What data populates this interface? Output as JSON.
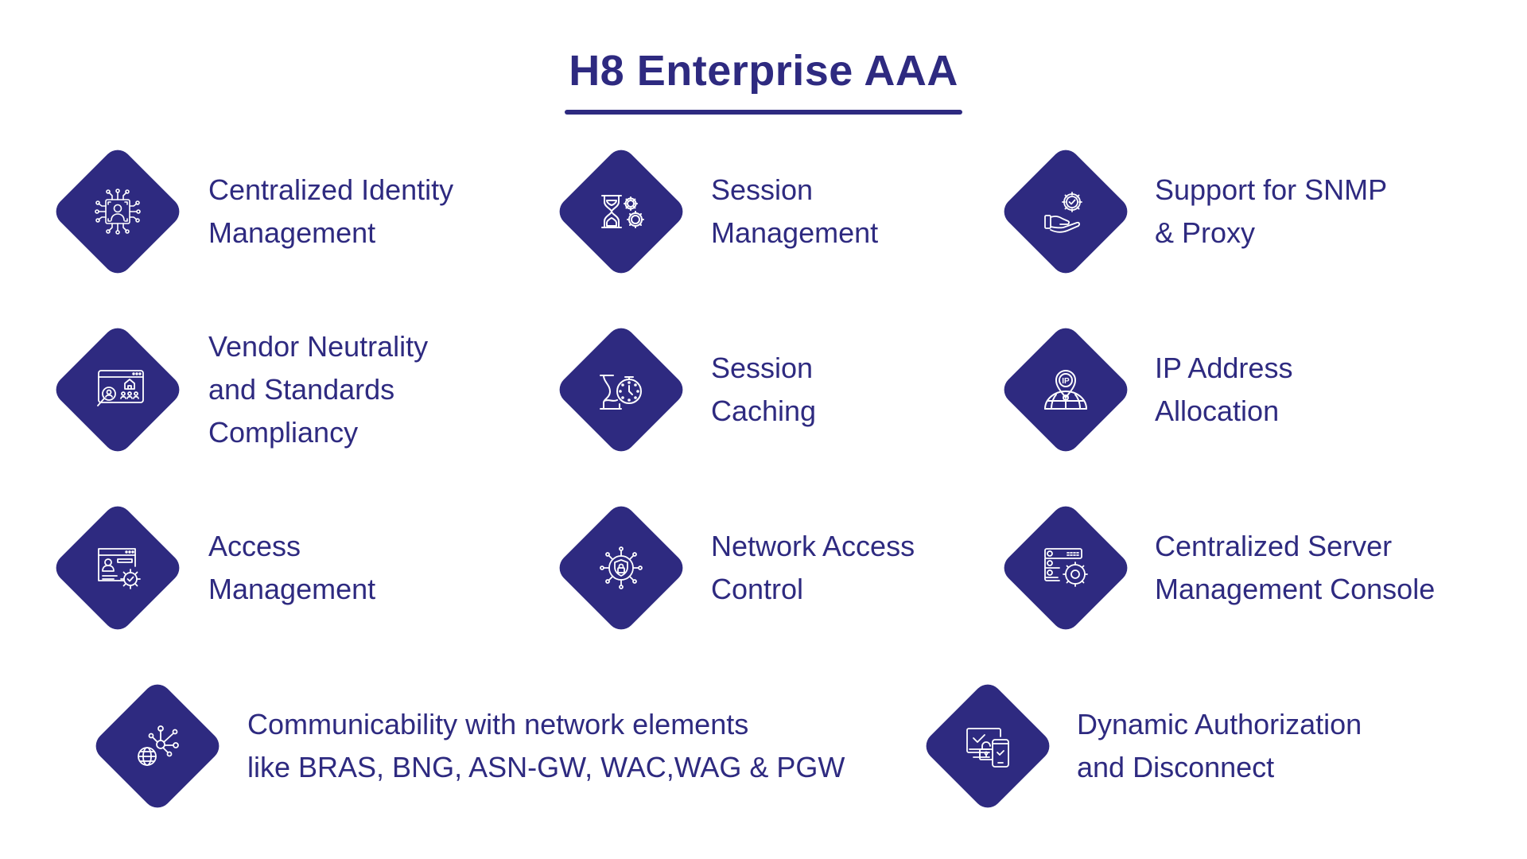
{
  "header": {
    "title": "H8 Enterprise AAA"
  },
  "colors": {
    "brand": "#2e2a80",
    "icon_stroke": "#ffffff",
    "background": "#ffffff"
  },
  "features": [
    {
      "icon": "identity-network-icon",
      "lines": [
        "Centralized Identity",
        "Management"
      ]
    },
    {
      "icon": "hourglass-gears-icon",
      "lines": [
        "Session",
        "Management"
      ]
    },
    {
      "icon": "hand-gear-check-icon",
      "lines": [
        "Support for SNMP",
        "& Proxy"
      ]
    },
    {
      "icon": "browser-search-users-icon",
      "lines": [
        "Vendor Neutrality",
        "and Standards",
        "Compliancy"
      ]
    },
    {
      "icon": "hourglass-stopwatch-icon",
      "lines": [
        "Session",
        "Caching"
      ]
    },
    {
      "icon": "ip-location-globe-icon",
      "lines": [
        "IP Address",
        "Allocation"
      ]
    },
    {
      "icon": "profile-gear-check-icon",
      "lines": [
        "Access",
        "Management"
      ]
    },
    {
      "icon": "shield-lock-network-icon",
      "lines": [
        "Network Access",
        "Control"
      ]
    },
    {
      "icon": "server-gear-icon",
      "lines": [
        "Centralized Server",
        "Management Console"
      ]
    },
    {
      "icon": "globe-network-nodes-icon",
      "lines": [
        "Communicability with network elements",
        "like BRAS, BNG, ASN-GW, WAC,WAG & PGW"
      ]
    },
    {
      "icon": "devices-lock-check-icon",
      "lines": [
        "Dynamic Authorization",
        "and Disconnect"
      ]
    }
  ]
}
